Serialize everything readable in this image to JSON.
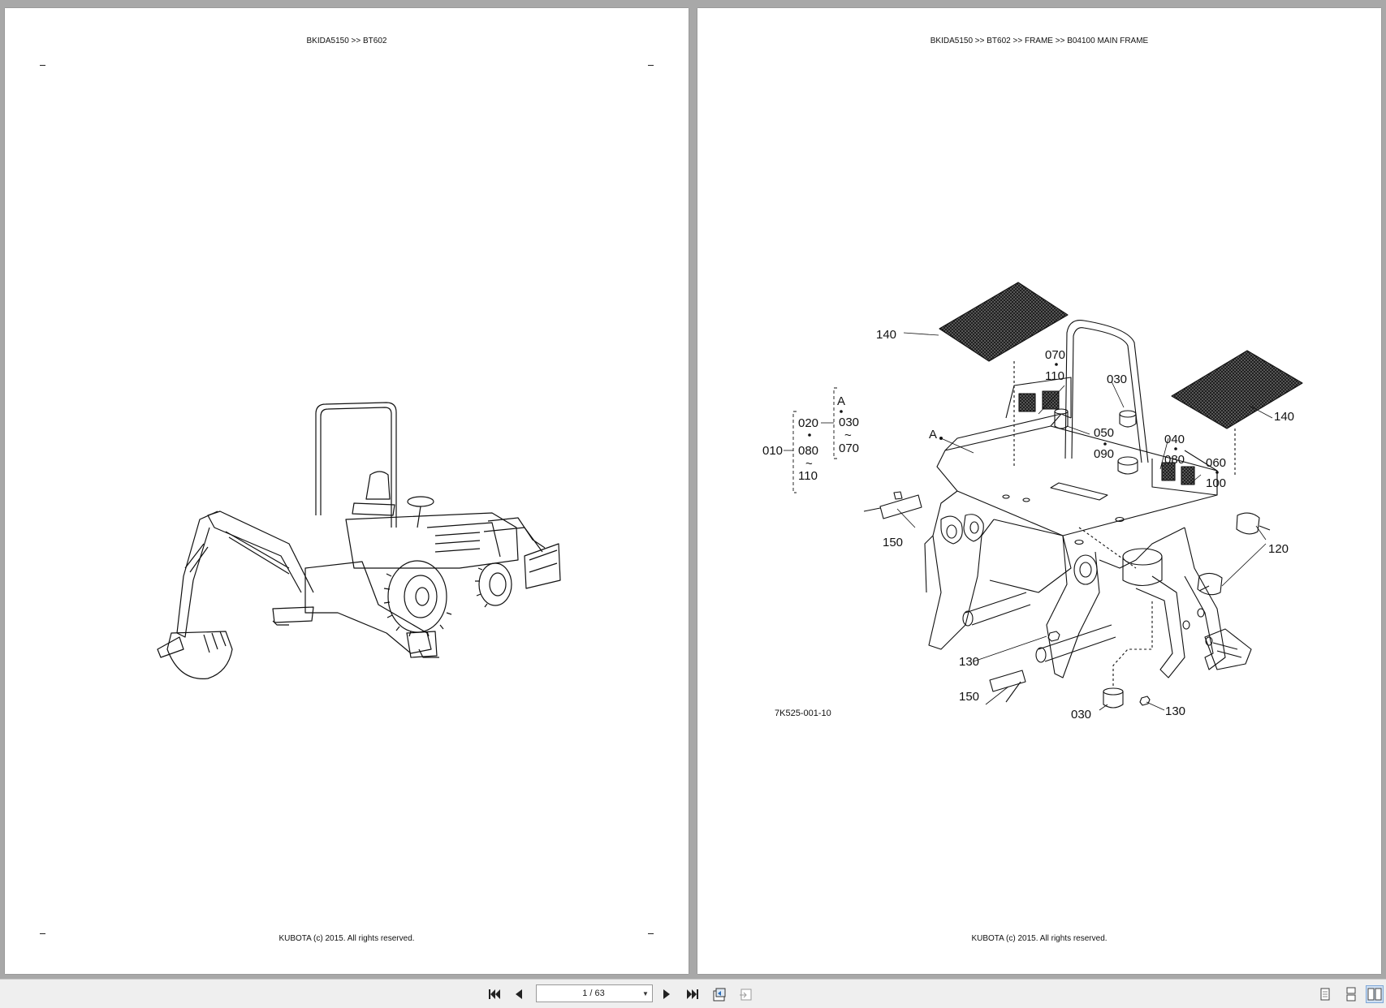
{
  "left_page": {
    "header": "BKIDA5150 >> BT602",
    "footer": "KUBOTA (c) 2015. All rights reserved."
  },
  "right_page": {
    "header": "BKIDA5150 >> BT602 >> FRAME >> B04100   MAIN FRAME",
    "footer": "KUBOTA (c) 2015. All rights reserved.",
    "drawing_number": "7K525-001-10",
    "callouts": {
      "c140a": "140",
      "c140b": "140",
      "c070": "070",
      "c110": "110",
      "c030a": "030",
      "c030b": "030",
      "c050": "050",
      "c090": "090",
      "cA": "A",
      "c040": "040",
      "c080": "080",
      "c060": "060",
      "c100": "100",
      "c150a": "150",
      "c150b": "150",
      "c120": "120",
      "c130a": "130",
      "c130b": "130"
    },
    "legend": {
      "g010": "010",
      "g020": "020",
      "g080": "080",
      "g110": "110",
      "gA": "A",
      "g030": "030",
      "g070": "070",
      "tilde": "~"
    }
  },
  "toolbar": {
    "page_indicator": "1 / 63",
    "icons": [
      "first-page-icon",
      "previous-page-icon",
      "next-page-icon",
      "last-page-icon",
      "open-file-icon",
      "export-icon",
      "single-page-view-icon",
      "continuous-view-icon",
      "two-page-view-icon"
    ]
  }
}
